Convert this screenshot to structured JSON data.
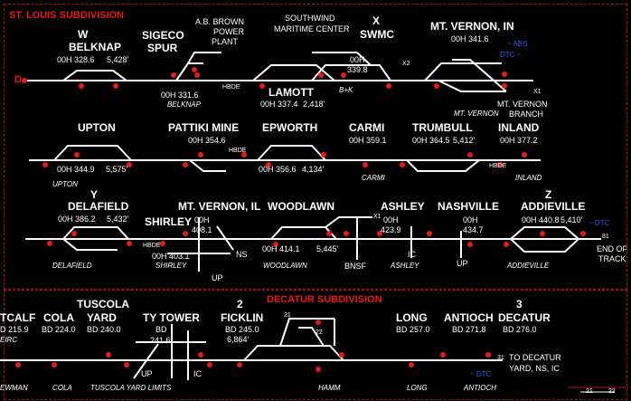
{
  "subdivisions": {
    "top": "ST. LOUIS SUBDIVISION",
    "bottom": "DECATUR SUBDIVISION"
  },
  "entry_marker": "D",
  "row1": {
    "belknap": {
      "letter": "W",
      "name": "BELKNAP",
      "mp": "00H 328.6",
      "siding": "5,428'",
      "detector": "00H 331.6",
      "it": "BELKNAP"
    },
    "sigeco": {
      "name1": "SIGECO",
      "name2": "SPUR"
    },
    "abbrown": {
      "l1": "A.B. BROWN",
      "l2": "POWER",
      "l3": "PLANT"
    },
    "hbde1": "HBDE",
    "lamott": {
      "name": "LAMOTT",
      "mp": "00H 337.4",
      "siding": "2,418'"
    },
    "southwind": {
      "l1": "SOUTHWIND",
      "l2": "MARITIME CENTER"
    },
    "swmc": {
      "letter": "X",
      "name": "SWMC",
      "mp1": "00H",
      "mp2": "339.8",
      "bk": "B+K"
    },
    "x2": "X2",
    "mtvernon_in": {
      "name": "MT. VERNON, IN",
      "mp": "00H 341.6",
      "abs": "~ ABS",
      "dtc": "DTC ~",
      "it": "MT. VERNON"
    },
    "x1a": "X1",
    "branch": {
      "l1": "MT. VERNON",
      "l2": "BRANCH"
    }
  },
  "row2": {
    "upton": {
      "name": "UPTON",
      "mp": "00H 344.9",
      "siding": "5,575'",
      "it": "UPTON"
    },
    "pattiki": {
      "name": "PATTIKI MINE",
      "mp": "00H 354.6"
    },
    "hbde2": "HBDE",
    "epworth": {
      "name": "EPWORTH",
      "mp": "00H 356.6",
      "siding": "4,134'"
    },
    "carmi": {
      "name": "CARMI",
      "mp": "00H 359.1",
      "it": "CARMI"
    },
    "trumbull": {
      "name": "TRUMBULL",
      "mp": "00H 364.5",
      "siding": "5,412'"
    },
    "inland": {
      "name": "INLAND",
      "mp": "00H 377.2",
      "hbde": "HBDE",
      "it": "INLAND"
    }
  },
  "row3": {
    "delafield": {
      "letter": "Y",
      "name": "DELAFIELD",
      "mp": "00H 386.2",
      "siding": "5,432'",
      "it": "DELAFIELD"
    },
    "mtvernon_il": {
      "name": "MT. VERNON, IL",
      "mp1": "00H",
      "mp2": "408.1",
      "ns": "NS",
      "up": "UP"
    },
    "shirley": {
      "name": "SHIRLEY",
      "hbde": "HBDE",
      "mp": "00H 403.1",
      "it": "SHIRLEY"
    },
    "woodlawn": {
      "name": "WOODLAWN",
      "mp": "00H 414.1",
      "siding": "5,445'",
      "it": "WOODLAWN"
    },
    "x1b": "X1",
    "bnsf": "BNSF",
    "ashley": {
      "name": "ASHLEY",
      "mp1": "00H",
      "mp2": "423.9",
      "ic": "IC",
      "it": "ASHLEY"
    },
    "nashville": {
      "name": "NASHVILLE",
      "mp1": "00H",
      "mp2": "434.7",
      "up": "UP"
    },
    "addieville": {
      "letter": "Z",
      "name": "ADDIEVILLE",
      "mp": "00H 440.8",
      "siding": "5,410'",
      "it": "ADDIEVILLE"
    },
    "dtc": "~ DTC",
    "mp81": "81",
    "end": {
      "l1": "END OF",
      "l2": "TRACK"
    }
  },
  "row4": {
    "metcalf": {
      "name": "TCALF",
      "mp": "D 215.9",
      "it": "EIRC",
      "it2": "EWMAN"
    },
    "cola": {
      "name": "COLA",
      "mp": "BD 224.0",
      "it": "COLA"
    },
    "tuscola": {
      "name1": "TUSCOLA",
      "name2": "YARD",
      "mp": "BD 240.0",
      "it": "TUSCOLA YARD LIMITS"
    },
    "tytower": {
      "name": "TY TOWER",
      "mp1": "BD",
      "mp2": "241.6",
      "up": "UP",
      "ic": "IC"
    },
    "ficklin": {
      "num": "2",
      "name": "FICKLIN",
      "mp": "BD 245.0",
      "siding": "6,864'",
      "s21": "21",
      "s22": "22",
      "it": "HAMM"
    },
    "long": {
      "name": "LONG",
      "mp": "BD 257.0",
      "it": "LONG"
    },
    "antioch": {
      "name": "ANTIOCH",
      "mp": "BD 271.8",
      "dtc": "~ DTC",
      "it": "ANTIOCH"
    },
    "decatur": {
      "num": "3",
      "name": "DECATUR",
      "mp": "BD 276.0"
    },
    "mp31": "31",
    "todecatur": {
      "l1": "TO DECATUR",
      "l2": "YARD, NS, IC"
    }
  },
  "legend": {
    "a": "21",
    "b": "22"
  },
  "colors": {
    "track": "#ffffff",
    "signal": "#e8191c",
    "accent_red": "#e8191c",
    "accent_blue": "#3a55ff",
    "frame": "#b0121a"
  }
}
